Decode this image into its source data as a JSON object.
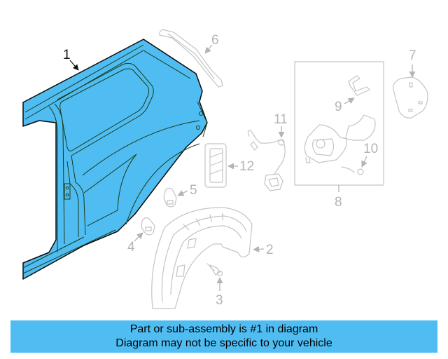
{
  "diagram": {
    "highlight_color": "#4fbdf2",
    "ghost_color": "#c4c4c4",
    "callouts": [
      {
        "id": "1",
        "label": "1",
        "part": "quarter-panel",
        "highlighted": true
      },
      {
        "id": "2",
        "label": "2",
        "part": "wheel-house-liner"
      },
      {
        "id": "3",
        "label": "3",
        "part": "screw"
      },
      {
        "id": "4",
        "label": "4",
        "part": "clip"
      },
      {
        "id": "5",
        "label": "5",
        "part": "clip"
      },
      {
        "id": "6",
        "label": "6",
        "part": "reinforcement"
      },
      {
        "id": "7",
        "label": "7",
        "part": "fuel-door"
      },
      {
        "id": "8",
        "label": "8",
        "part": "fuel-pocket-assembly"
      },
      {
        "id": "9",
        "label": "9",
        "part": "spring"
      },
      {
        "id": "10",
        "label": "10",
        "part": "tether"
      },
      {
        "id": "11",
        "label": "11",
        "part": "release-cable"
      },
      {
        "id": "12",
        "label": "12",
        "part": "air-vent"
      }
    ]
  },
  "banner": {
    "line1": "Part or sub-assembly is #1 in diagram",
    "line2": "Diagram may not be specific to your vehicle",
    "background": "#4fbdf2"
  }
}
